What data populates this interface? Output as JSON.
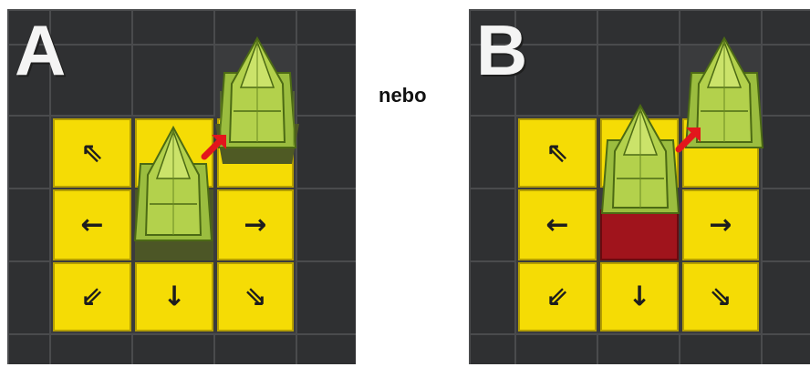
{
  "panels": [
    {
      "label": "A",
      "pawn_color": "#8fb03a",
      "move_color": "#f5dc05"
    },
    {
      "label": "B",
      "pawn_color": "#8fb03a",
      "move_color": "#f5dc05",
      "danger_color": "#a0141c"
    }
  ],
  "separator_text": "nebo",
  "move_arrows": {
    "up_left": "⇖",
    "left": "←",
    "right": "→",
    "down_left": "⇙",
    "down": "↓",
    "down_right": "⇘"
  },
  "icons": [
    "pyramid-pawn-icon",
    "move-arrow-icon",
    "red-jump-arrow-icon"
  ]
}
